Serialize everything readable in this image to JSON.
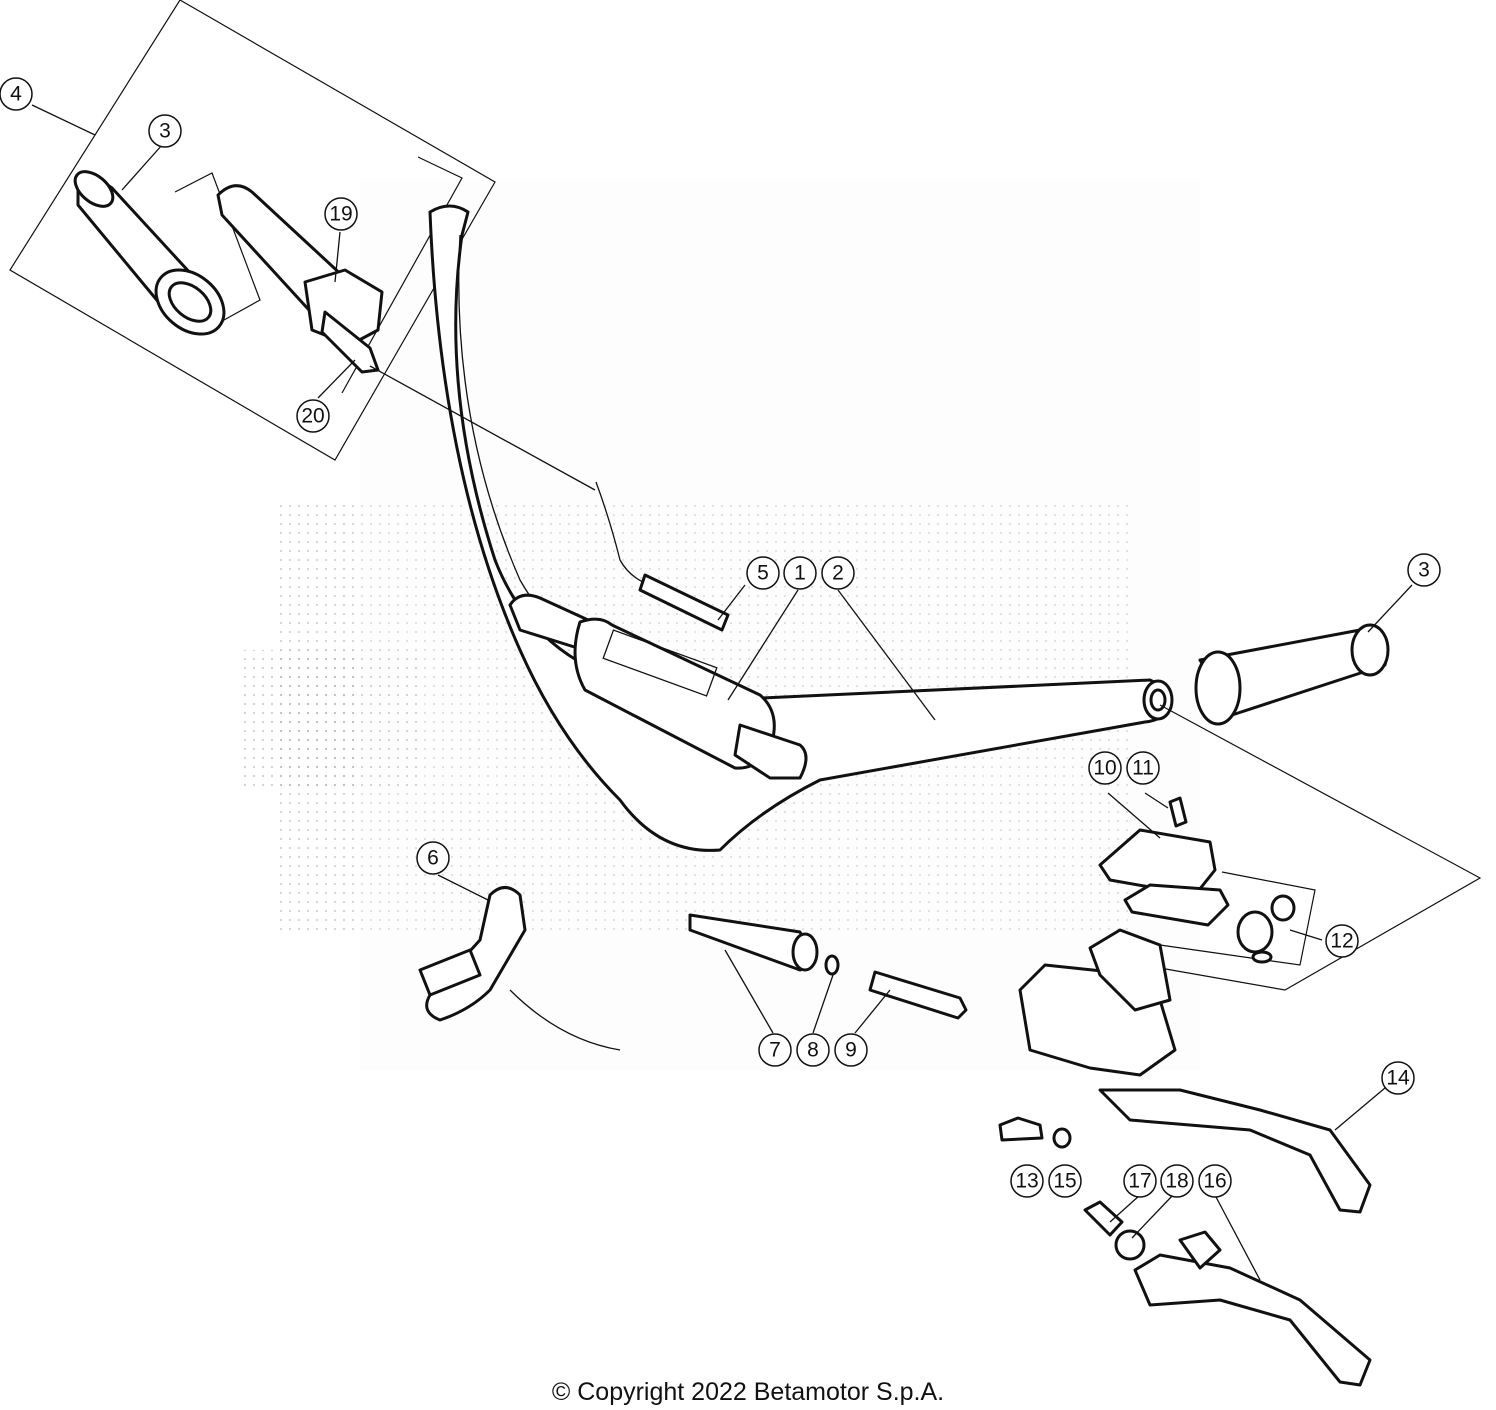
{
  "callouts": [
    {
      "id": "c4",
      "label": "4"
    },
    {
      "id": "c3a",
      "label": "3"
    },
    {
      "id": "c19",
      "label": "19"
    },
    {
      "id": "c20",
      "label": "20"
    },
    {
      "id": "c5",
      "label": "5"
    },
    {
      "id": "c1",
      "label": "1"
    },
    {
      "id": "c2",
      "label": "2"
    },
    {
      "id": "c3b",
      "label": "3"
    },
    {
      "id": "c10",
      "label": "10"
    },
    {
      "id": "c11",
      "label": "11"
    },
    {
      "id": "c6",
      "label": "6"
    },
    {
      "id": "c12",
      "label": "12"
    },
    {
      "id": "c7",
      "label": "7"
    },
    {
      "id": "c8",
      "label": "8"
    },
    {
      "id": "c9",
      "label": "9"
    },
    {
      "id": "c14",
      "label": "14"
    },
    {
      "id": "c13",
      "label": "13"
    },
    {
      "id": "c15",
      "label": "15"
    },
    {
      "id": "c17",
      "label": "17"
    },
    {
      "id": "c18",
      "label": "18"
    },
    {
      "id": "c16",
      "label": "16"
    }
  ],
  "footer": {
    "copyright": "© Copyright 2022 Betamotor S.p.A."
  }
}
